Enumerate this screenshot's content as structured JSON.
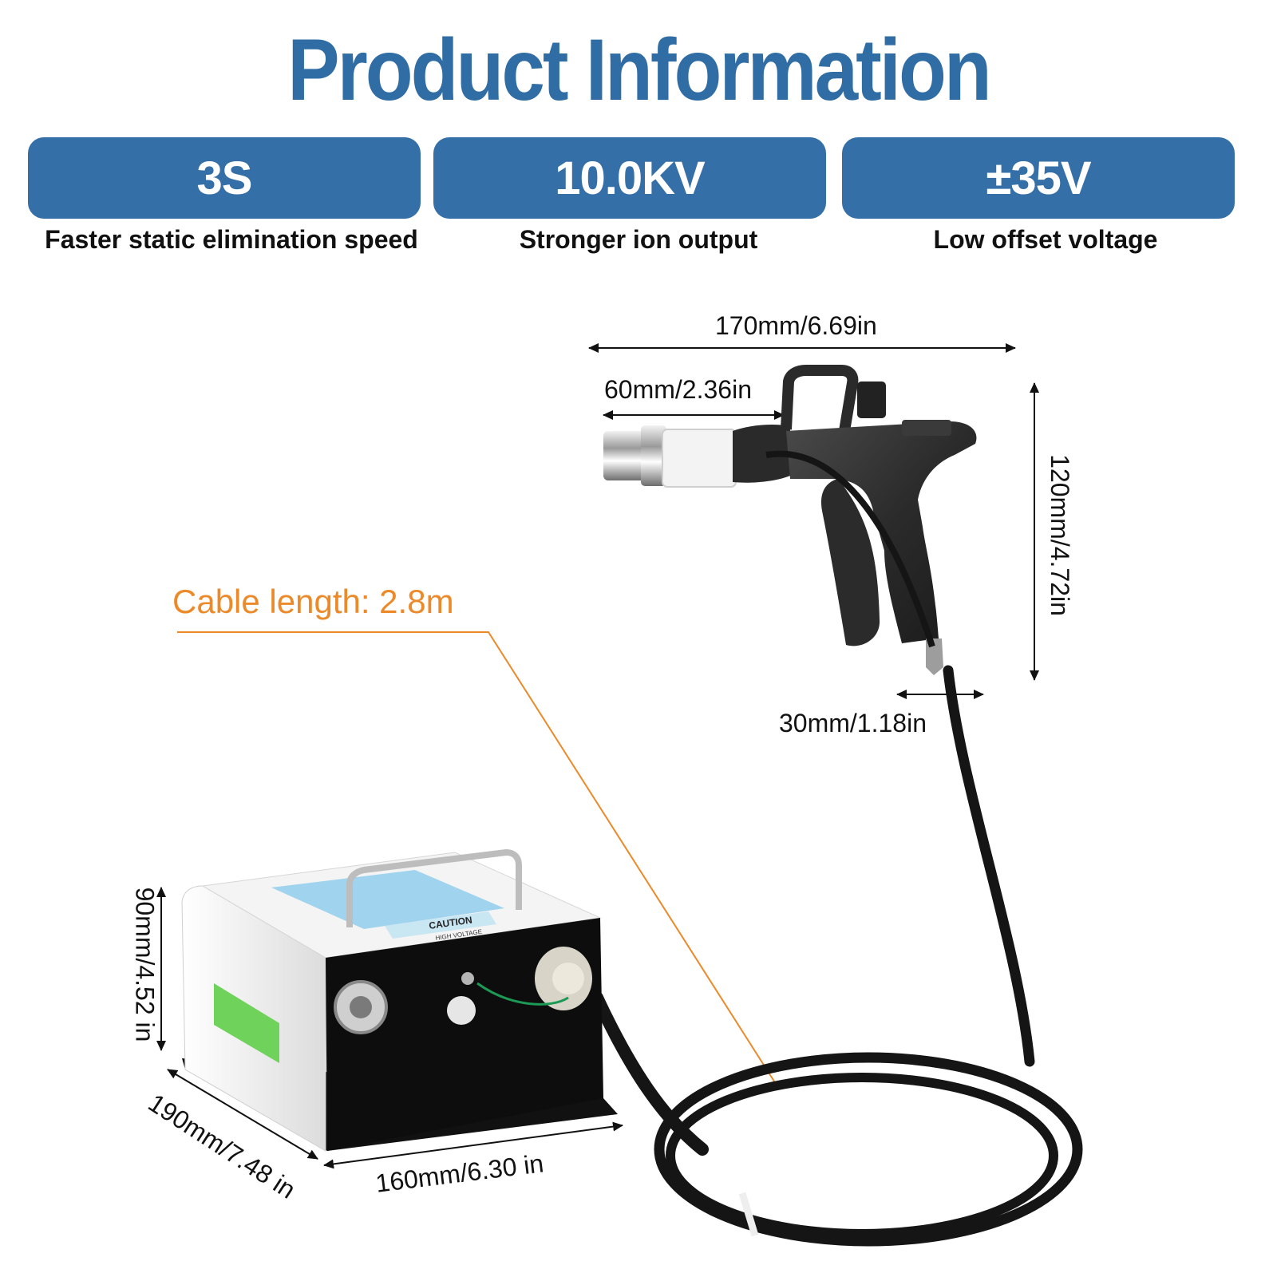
{
  "header": {
    "title": "Product Information"
  },
  "features": [
    {
      "value": "3S",
      "caption": "Faster static elimination speed"
    },
    {
      "value": "10.0KV",
      "caption": "Stronger ion output"
    },
    {
      "value": "±35V",
      "caption": "Low offset voltage"
    }
  ],
  "gun_dimensions": {
    "total_length": "170mm/6.69in",
    "nozzle_length": "60mm/2.36in",
    "height": "120mm/4.72in",
    "grip_width": "30mm/1.18in"
  },
  "cable": {
    "label": "Cable length: 2.8m"
  },
  "box_dimensions": {
    "height": "90mm/4.52 in",
    "depth": "190mm/7.48 in",
    "width": "160mm/6.30 in"
  },
  "device_labels": {
    "caution": "CAUTION",
    "high_voltage": "HIGH VOLTAGE"
  },
  "colors": {
    "brand_blue": "#356fa7",
    "title_blue": "#2f6da4",
    "cable_orange": "#ec8a2a"
  }
}
